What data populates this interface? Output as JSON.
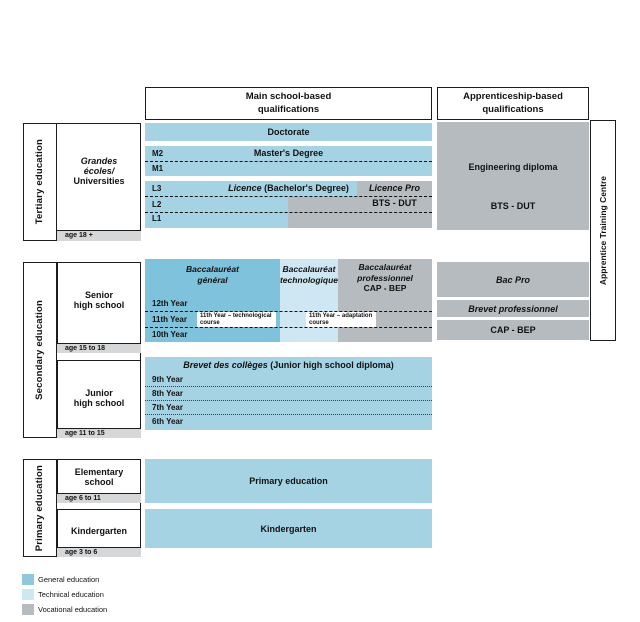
{
  "colors": {
    "general": "#a6d3e4",
    "general-dark": "#7fc2db",
    "technical": "#cfe7f2",
    "vocational": "#b5bbbe",
    "age-strip": "#d5d7d8",
    "border": "#1c1c1c"
  },
  "headers": {
    "main": [
      "Main school-based",
      "qualifications"
    ],
    "apprenticeship": [
      "Apprenticeship-based",
      "qualifications"
    ]
  },
  "apprentice_training_centre": "Apprentice Training Centre",
  "tertiary": {
    "section_label": "Tertiary education",
    "institution": [
      "Grandes",
      "écoles/",
      "Universities"
    ],
    "age": "age 18 +",
    "doctorate": "Doctorate",
    "m2": "M2",
    "m1": "M1",
    "masters": "Master's Degree",
    "l3": "L3",
    "l2": "L2",
    "l1": "L1",
    "licence_italic": "Licence",
    "licence_rest": " (Bachelor's Degree)",
    "licence_pro": "Licence Pro",
    "bts_dut": "BTS - DUT",
    "engineering_diploma": "Engineering diploma",
    "bts_dut_apprenticeship": "BTS - DUT"
  },
  "secondary": {
    "section_label": "Secondary education",
    "senior_name": [
      "Senior",
      "high school"
    ],
    "senior_age": "age 15 to 18",
    "junior_name": [
      "Junior",
      "high school"
    ],
    "junior_age": "age 11 to 15",
    "bac_general": [
      "Baccalauréat",
      "général"
    ],
    "bac_technologique": [
      "Baccalauréat",
      "technologique"
    ],
    "bac_professionnel": [
      "Baccalauréat",
      "professionnel",
      "CAP - BEP"
    ],
    "year_12": "12th Year",
    "year_11": "11th Year",
    "year_10": "10th Year",
    "technological_course": "11th Year – technological course",
    "adaptation_course": "11th Year – adaptation course",
    "bac_pro": "Bac Pro",
    "brevet_professionnel": "Brevet professionnel",
    "cap_bep": "CAP - BEP",
    "brevet_colleges_italic": "Brevet des collèges",
    "brevet_colleges_rest": " (Junior high school diploma)",
    "year_9": "9th Year",
    "year_8": "8th Year",
    "year_7": "7th Year",
    "year_6": "6th Year"
  },
  "primary": {
    "section_label": "Primary education",
    "elementary_name": [
      "Elementary",
      "school"
    ],
    "elementary_age": "age 6 to 11",
    "kindergarten_name": [
      "Kindergarten"
    ],
    "kindergarten_age": "age 3 to 6",
    "primary_bar": "Primary education",
    "kindergarten_bar": "Kindergarten"
  },
  "legend": {
    "items": [
      {
        "label": "General education",
        "color": "#8fc7db"
      },
      {
        "label": "Technical education",
        "color": "#cfe7f2"
      },
      {
        "label": "Vocational education",
        "color": "#b5bbbe"
      }
    ]
  }
}
